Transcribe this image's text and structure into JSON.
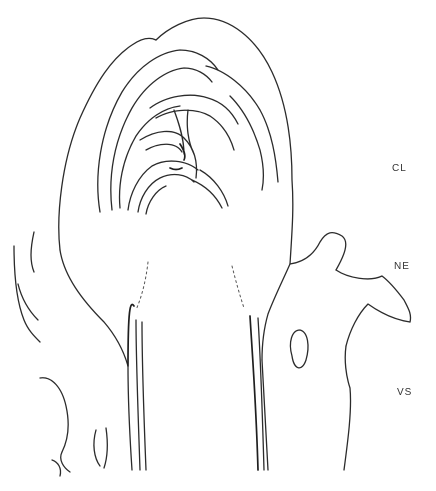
{
  "labels": {
    "cl": "CL",
    "ne": "NE",
    "vs": "VS"
  },
  "colors": {
    "background": "#ffffff",
    "ink": "#2b2b2b"
  }
}
